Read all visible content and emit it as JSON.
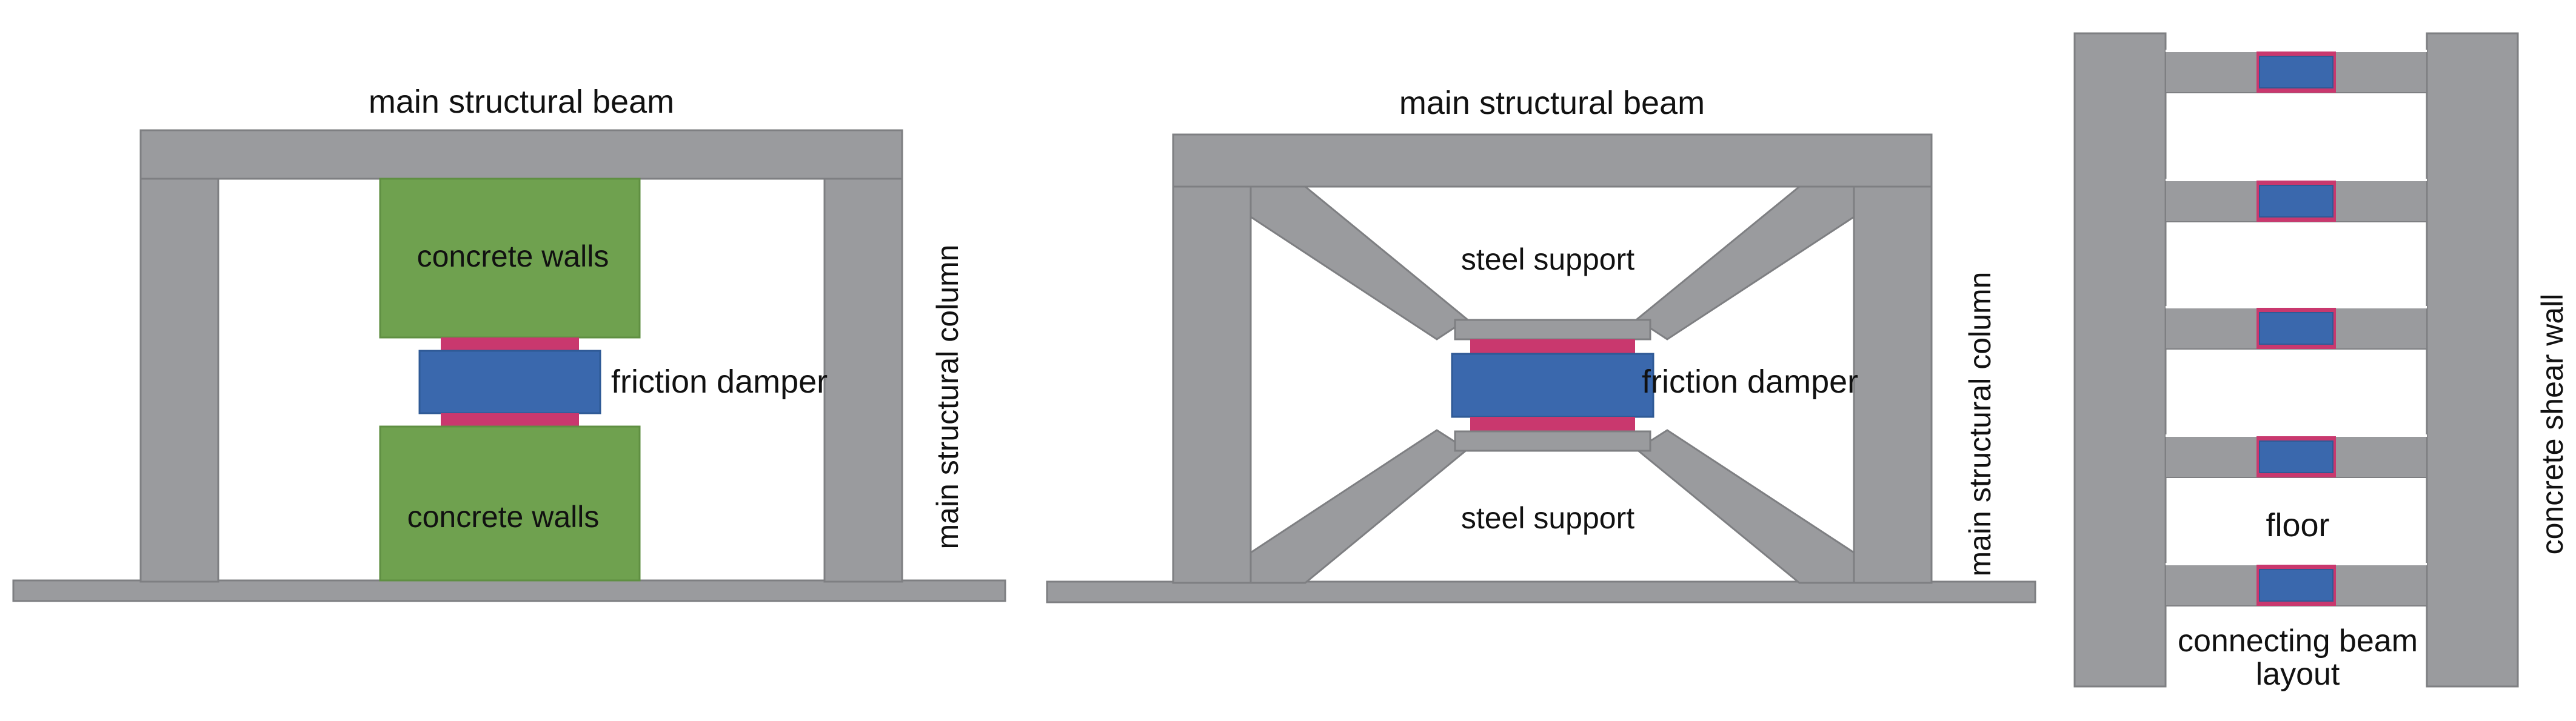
{
  "colors": {
    "structure": "#9a9b9e",
    "structure_edge": "#7e7f82",
    "concrete_wall": "#6fa14f",
    "damper": "#3a68ad",
    "damper_plate": "#c9386e",
    "background": "#ffffff"
  },
  "panel1": {
    "beam_label": "main structural beam",
    "wall_label_top": "concrete walls",
    "wall_label_bottom": "concrete walls",
    "damper_label": "friction damper",
    "column_label": "main structural column"
  },
  "panel2": {
    "beam_label": "main structural beam",
    "support_label_top": "steel support",
    "support_label_bottom": "steel support",
    "damper_label": "friction damper",
    "column_label": "main structural column"
  },
  "panel3": {
    "wall_label": "concrete shear wall",
    "floor_label": "floor",
    "beam_label_line1": "connecting beam",
    "beam_label_line2": "layout"
  }
}
